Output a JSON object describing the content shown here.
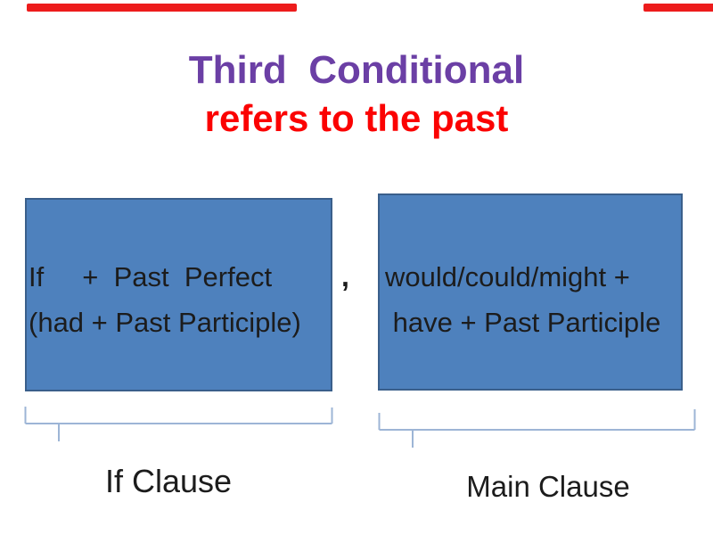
{
  "slide": {
    "title": {
      "line1": "Third  Conditional",
      "line2": "refers to the past"
    },
    "if_box": {
      "line1": "If     +  Past  Perfect",
      "line2": "(had + Past Participle)"
    },
    "separator_comma": ",",
    "main_box": {
      "line1": "would/could/might +",
      "line2": " have + Past Participle"
    },
    "labels": {
      "if_clause": "If Clause",
      "main_clause": "Main Clause"
    },
    "colors": {
      "title_purple": "#6B3FA5",
      "title_red": "#FB0202",
      "box_fill": "#4E81BD",
      "box_border": "#3A5F8B",
      "bracket": "#9DB5D6",
      "ink": "#1C1C1C",
      "bar_red": "#ED1C1C"
    }
  }
}
